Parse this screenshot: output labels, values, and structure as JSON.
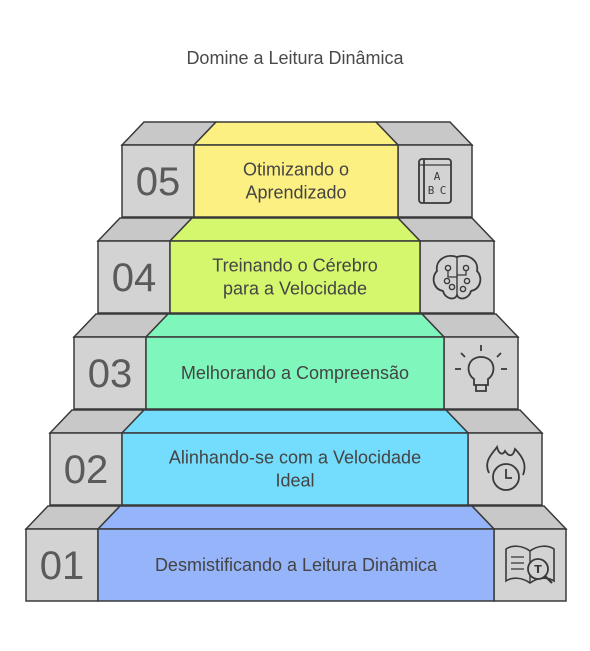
{
  "title": "Domine a Leitura Dinâmica",
  "steps": [
    {
      "number": "05",
      "lines": [
        "Otimizando o",
        "Aprendizado"
      ],
      "icon": "abc-book-icon",
      "color": "#fdf083"
    },
    {
      "number": "04",
      "lines": [
        "Treinando o Cérebro",
        "para a Velocidade"
      ],
      "icon": "brain-circuit-icon",
      "color": "#d4f76e"
    },
    {
      "number": "03",
      "lines": [
        "Melhorando a Compreensão"
      ],
      "icon": "lightbulb-icon",
      "color": "#7ff7bc"
    },
    {
      "number": "02",
      "lines": [
        "Alinhando-se com a Velocidade",
        "Ideal"
      ],
      "icon": "fire-clock-icon",
      "color": "#74dcfc"
    },
    {
      "number": "01",
      "lines": [
        "Desmistificando a Leitura Dinâmica"
      ],
      "icon": "reading-search-icon",
      "color": "#96b4f9"
    }
  ],
  "colors": {
    "block": "#d3d3d3",
    "block_top": "#c8c8c8",
    "stroke": "#3a3a3a"
  }
}
